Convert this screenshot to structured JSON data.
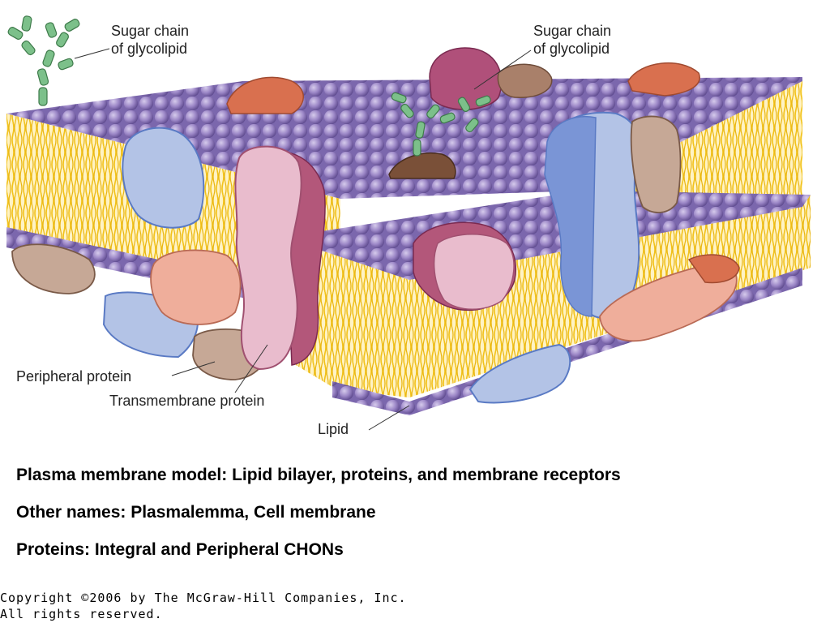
{
  "diagram": {
    "labels": {
      "sugar_chain_left_1": "Sugar chain",
      "sugar_chain_left_2": "of glycolipid",
      "sugar_chain_right_1": "Sugar chain",
      "sugar_chain_right_2": "of glycolipid",
      "peripheral_protein": "Peripheral protein",
      "transmembrane_protein": "Transmembrane protein",
      "lipid": "Lipid"
    },
    "colors": {
      "lipid_head": "#9b86c6",
      "lipid_head_dark": "#5e4a8e",
      "lipid_tail": "#f2c21a",
      "core": "#fff3c4",
      "transmembrane": "#e9bccd",
      "transmembrane_dark": "#b3577a",
      "blue_protein": "#b3c3e6",
      "blue_protein_dark": "#5a7ac4",
      "salmon_protein": "#efae9b",
      "brown_protein": "#c6a896",
      "sugar": "#7cc08a"
    }
  },
  "captions": {
    "line1": "Plasma membrane model: Lipid bilayer, proteins, and membrane receptors",
    "line2": "Other names: Plasmalemma, Cell membrane",
    "line3": "Proteins: Integral and Peripheral CHONs"
  },
  "copyright": {
    "line1": "Copyright ©2006 by The McGraw-Hill Companies, Inc.",
    "line2": "All rights reserved."
  }
}
